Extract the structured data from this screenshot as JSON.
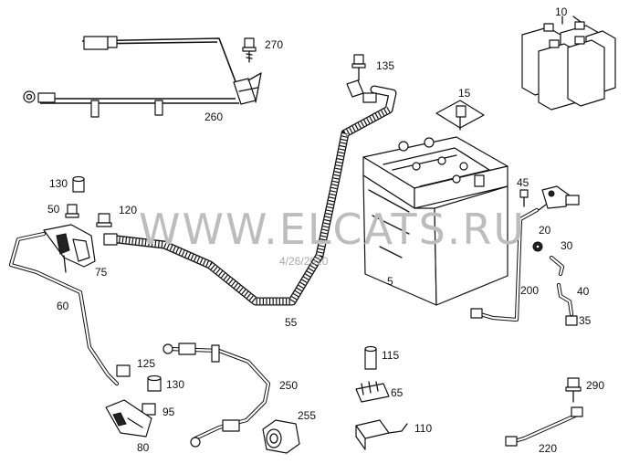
{
  "watermark": "WWW.ELCATS.RU",
  "date_stamp": "4/26/2010",
  "callouts": {
    "p10": "10",
    "p270": "270",
    "p260": "260",
    "p135": "135",
    "p15": "15",
    "p130a": "130",
    "p50": "50",
    "p120": "120",
    "p75": "75",
    "p45": "45",
    "p20": "20",
    "p30": "30",
    "p40": "40",
    "p35": "35",
    "p5": "5",
    "p200": "200",
    "p60": "60",
    "p55": "55",
    "p125": "125",
    "p130b": "130",
    "p95": "95",
    "p80": "80",
    "p250": "250",
    "p255": "255",
    "p115": "115",
    "p65": "65",
    "p110": "110",
    "p290": "290",
    "p220": "220"
  }
}
